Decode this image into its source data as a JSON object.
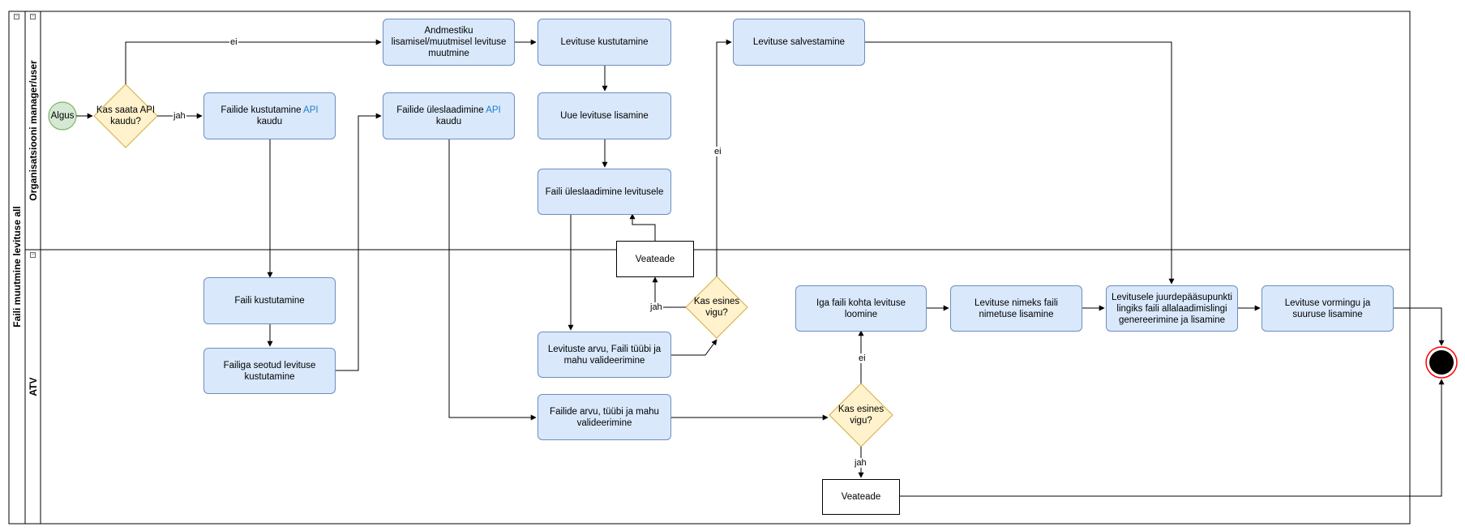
{
  "pool": {
    "title": "Faili muutmine levituse all"
  },
  "lanes": [
    {
      "title": "Organisatsiooni manager/user"
    },
    {
      "title": "ATV"
    }
  ],
  "nodes": {
    "start": "Algus",
    "decision_api": "Kas saata API kaudu?",
    "delete_files_api": {
      "before": "Failide kustutamine ",
      "highlight": "API",
      "after": " kaudu"
    },
    "upload_files_api": {
      "before": "Failide üleslaadimine ",
      "highlight": "API",
      "after": " kaudu"
    },
    "dataset_change": "Andmestiku lisamisel/muutmisel levituse muutmine",
    "delete_distribution": "Levituse kustutamine",
    "add_distribution": "Uue levituse lisamine",
    "upload_to_distribution": "Faili üleslaadimine levitusele",
    "save_distribution": "Levituse salvestamine",
    "error_msg_top": "Veateade",
    "decision_errors_top": "Kas esines vigu?",
    "validate_distributions": "Levituste arvu, Faili tüübi ja mahu valideerimine",
    "delete_file": "Faili kustutamine",
    "delete_linked_distribution": "Failiga seotud levituse kustutamine",
    "validate_files": "Failide arvu, tüübi ja mahu valideerimine",
    "decision_errors_bottom": "Kas esines vigu?",
    "error_msg_bottom": "Veateade",
    "create_distribution_per_file": "Iga faili kohta levituse loomine",
    "add_file_name": "Levituse nimeks faili nimetuse lisamine",
    "add_access_url": "Levitusele juurdepääsupunkti lingiks faili allalaadimislingi genereerimine ja lisamine",
    "add_format_size": "Levituse vormingu ja suuruse lisamine"
  },
  "edge_labels": {
    "ei_top": "ei",
    "jah_api": "jah",
    "ei_middle": "ei",
    "jah_top": "jah",
    "ei_bottom": "ei",
    "jah_bottom": "jah"
  },
  "colors": {
    "task_fill": "#dae8fc",
    "task_stroke": "#6c8ebf",
    "decision_fill": "#fff2cc",
    "decision_stroke": "#d6b656",
    "start_fill": "#d5e8d4",
    "start_stroke": "#82b366",
    "end_ring": "#ff0000",
    "highlight": "#1a7fc9"
  }
}
